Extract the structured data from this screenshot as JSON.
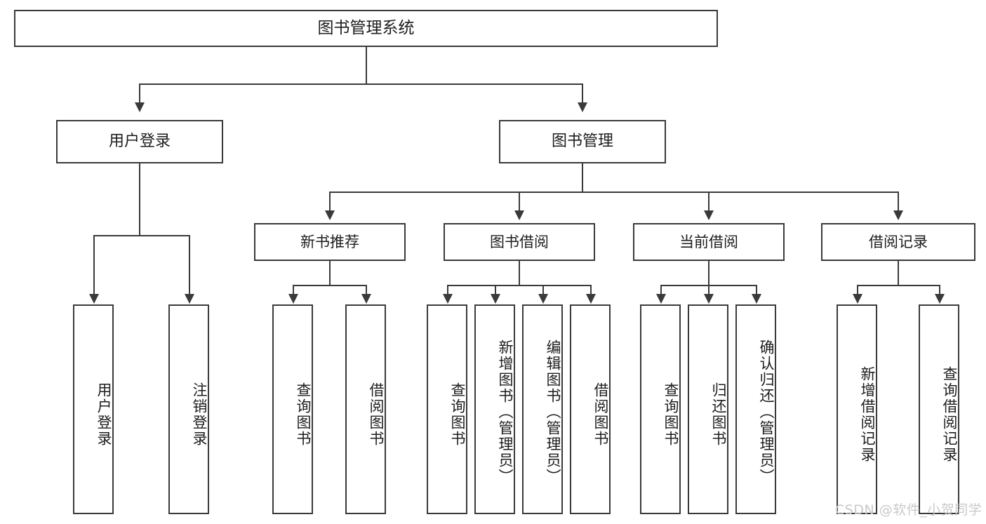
{
  "diagram": {
    "type": "tree-hierarchy",
    "title": "图书管理系统",
    "watermark": "CSDN @软件_小贺同学",
    "colors": {
      "box_border": "#3a3a3a",
      "box_fill": "#ffffff",
      "connector": "#3a3a3a",
      "text": "#1d1d1d",
      "watermark": "#c9c9c9",
      "background": "#ffffff"
    }
  },
  "nodes": {
    "root": {
      "label": "图书管理系统"
    },
    "level2": [
      {
        "label": "用户登录"
      },
      {
        "label": "图书管理"
      }
    ],
    "level3": [
      {
        "label": "新书推荐"
      },
      {
        "label": "图书借阅"
      },
      {
        "label": "当前借阅"
      },
      {
        "label": "借阅记录"
      }
    ],
    "leaves": {
      "user_login": [
        {
          "label": "用户登录"
        },
        {
          "label": "注销登录"
        }
      ],
      "new_book_recommend": [
        {
          "label": "查询图书"
        },
        {
          "label": "借阅图书"
        }
      ],
      "book_borrow": [
        {
          "label": "查询图书"
        },
        {
          "label": "新增图书（管理员）"
        },
        {
          "label": "编辑图书（管理员）"
        },
        {
          "label": "借阅图书"
        }
      ],
      "current_borrow": [
        {
          "label": "查询图书"
        },
        {
          "label": "归还图书"
        },
        {
          "label": "确认归还（管理员）"
        }
      ],
      "borrow_record": [
        {
          "label": "新增借阅记录"
        },
        {
          "label": "查询借阅记录"
        }
      ]
    }
  }
}
